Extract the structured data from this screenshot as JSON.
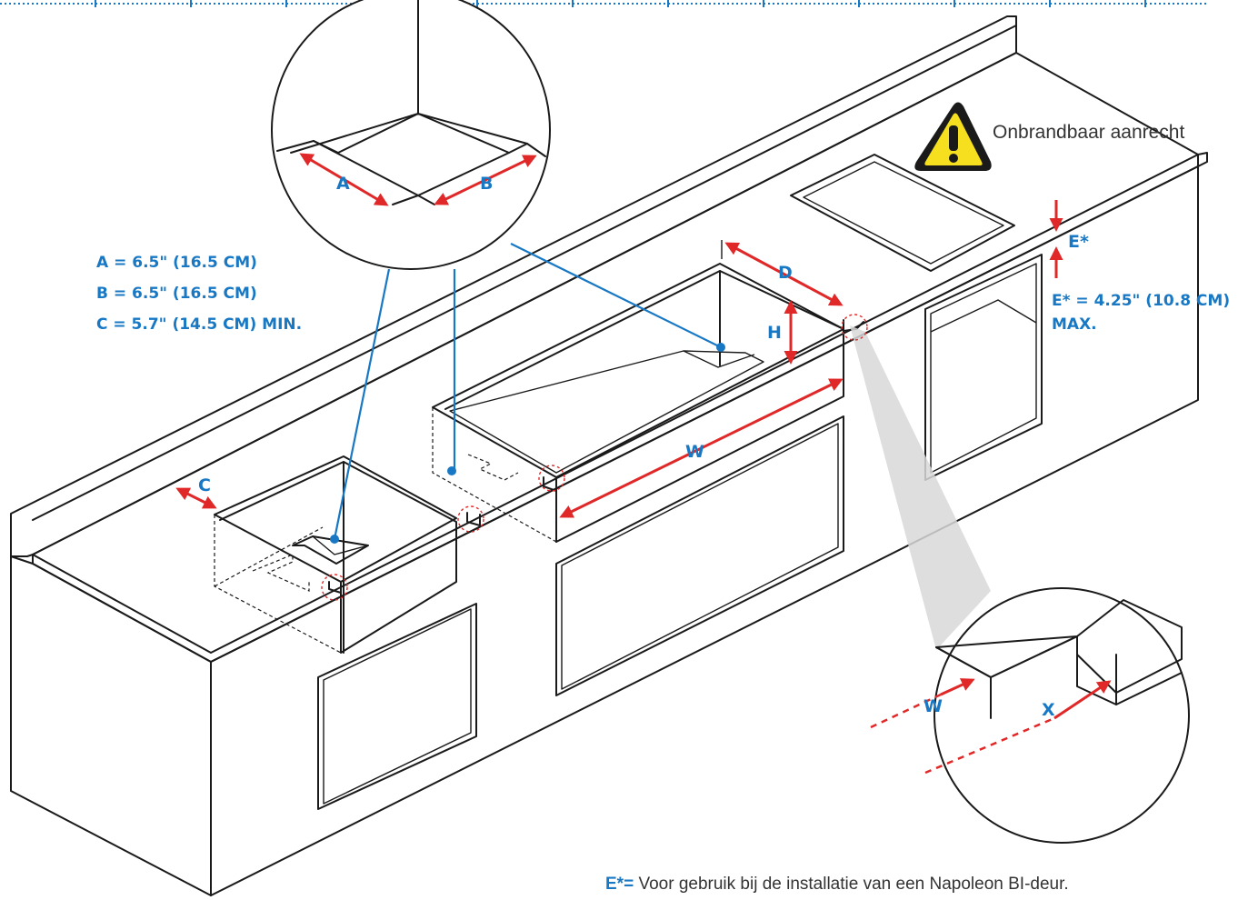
{
  "warning": {
    "icon": "warning-triangle-icon",
    "text": "Onbrandbaar aanrecht"
  },
  "labels": {
    "a": "A",
    "b": "B",
    "c": "C",
    "d": "D",
    "h": "H",
    "w": "W",
    "e_star": "E*",
    "w_detail": "W",
    "x_detail": "X"
  },
  "legend": {
    "a": "A = 6.5\" (16.5 CM)",
    "b": "B = 6.5\" (16.5 CM)",
    "c": "C = 5.7\" (14.5 CM) MIN."
  },
  "e_max": {
    "line1": "E* = 4.25\" (10.8 CM)",
    "line2": "MAX."
  },
  "footnote": {
    "key": "E*=",
    "text": " Voor gebruik bij de installatie van een Napoleon BI-deur."
  },
  "colors": {
    "accent_blue": "#1878c4",
    "arrow_red": "#e02828",
    "warning_yellow": "#f5df1e"
  }
}
